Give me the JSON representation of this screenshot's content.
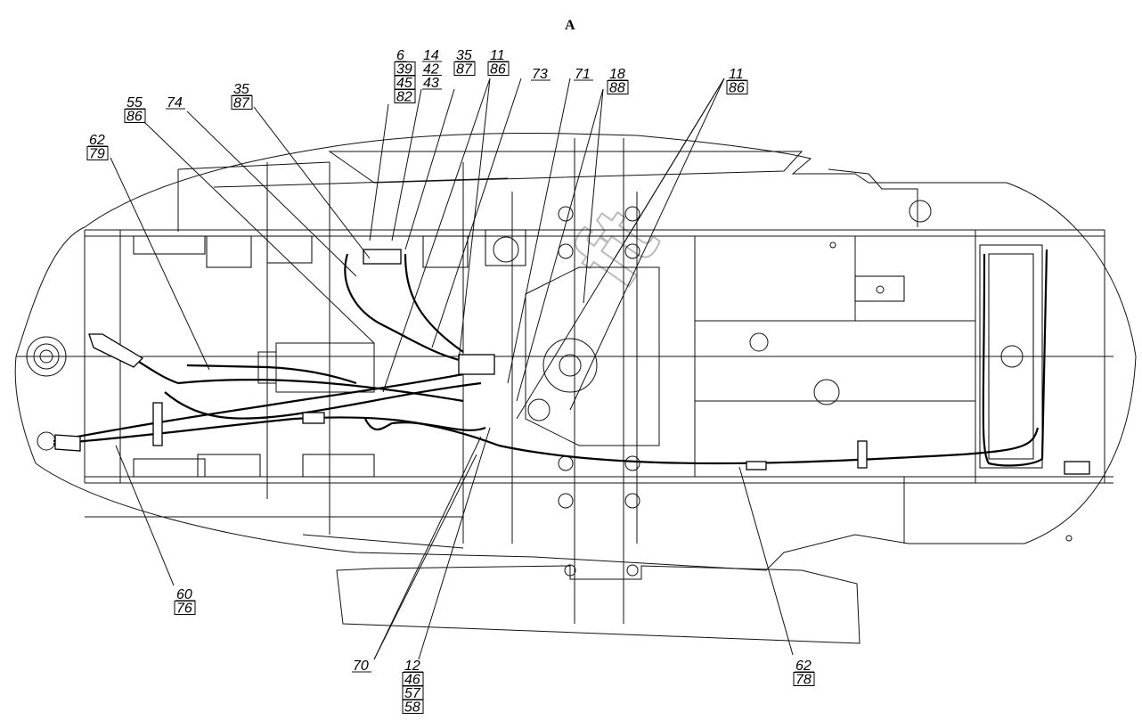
{
  "view_label": "A",
  "watermark": "ft",
  "callouts": [
    {
      "id": "c1",
      "lines": [
        "6"
      ],
      "boxed": [
        "39",
        "45",
        "82"
      ]
    },
    {
      "id": "c2",
      "lines": [
        "14",
        "42",
        "43"
      ],
      "boxed": []
    },
    {
      "id": "c3",
      "lines": [
        "35"
      ],
      "boxed": [
        "87"
      ]
    },
    {
      "id": "c4",
      "lines": [
        "11"
      ],
      "boxed": [
        "86"
      ]
    },
    {
      "id": "c5",
      "lines": [
        "73"
      ],
      "boxed": []
    },
    {
      "id": "c6",
      "lines": [
        "71"
      ],
      "boxed": []
    },
    {
      "id": "c7",
      "lines": [
        "18"
      ],
      "boxed": [
        "88"
      ]
    },
    {
      "id": "c8",
      "lines": [
        "11"
      ],
      "boxed": [
        "86"
      ]
    },
    {
      "id": "c9",
      "lines": [
        "35"
      ],
      "boxed": [
        "87"
      ]
    },
    {
      "id": "c10",
      "lines": [
        "55"
      ],
      "boxed": [
        "86"
      ]
    },
    {
      "id": "c11",
      "lines": [
        "74"
      ],
      "boxed": []
    },
    {
      "id": "c12",
      "lines": [
        "62"
      ],
      "boxed": [
        "79"
      ]
    },
    {
      "id": "c13",
      "lines": [
        "60"
      ],
      "boxed": [
        "76"
      ]
    },
    {
      "id": "c14",
      "lines": [
        "70"
      ],
      "boxed": []
    },
    {
      "id": "c15",
      "lines": [
        "12"
      ],
      "boxed": [
        "46",
        "57",
        "58"
      ]
    },
    {
      "id": "c16",
      "lines": [
        "62"
      ],
      "boxed": [
        "78"
      ]
    }
  ]
}
